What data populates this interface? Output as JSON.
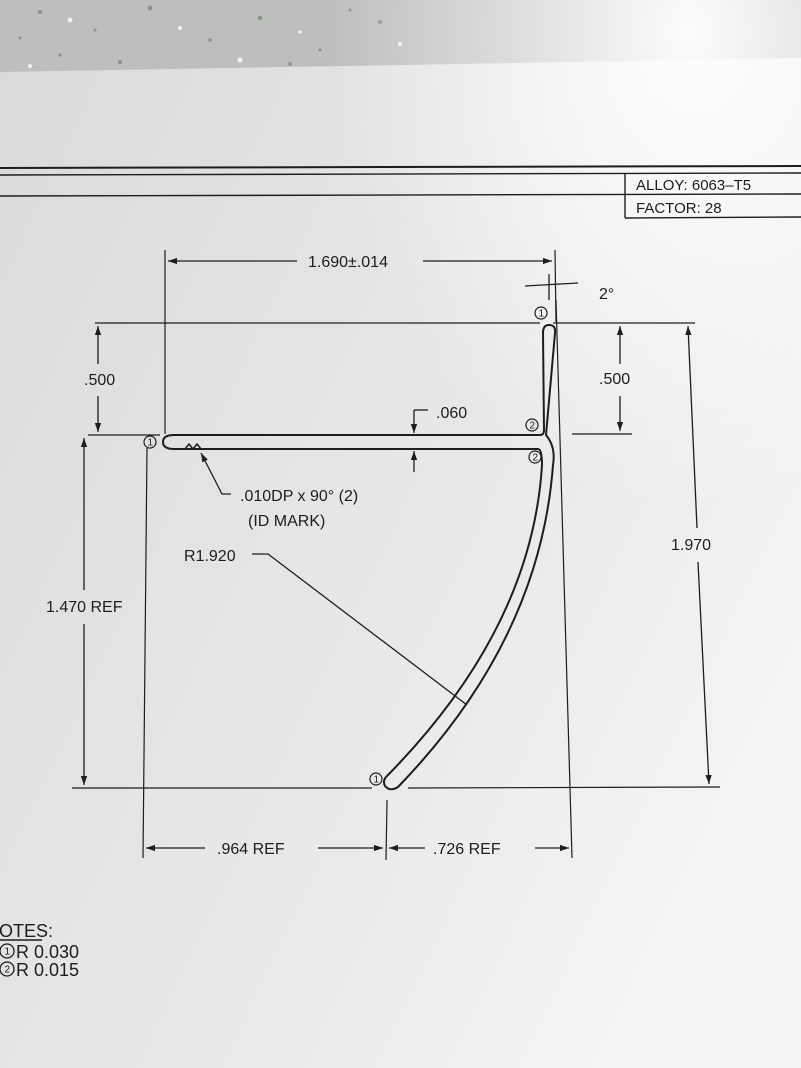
{
  "title_block": {
    "alloy": "ALLOY: 6063–T5",
    "factor": "FACTOR: 28"
  },
  "dimensions": {
    "width": "1.690±.014",
    "angle": "2°",
    "upper_left": ".500",
    "upper_right": ".500",
    "thickness": ".060",
    "id_mark_line1": ".010DP x 90° (2)",
    "id_mark_line2": "(ID MARK)",
    "radius": "R1.920",
    "left_height": "1.470 REF",
    "total_height": "1.970",
    "bottom_left": ".964 REF",
    "bottom_right": ".726 REF"
  },
  "callouts": {
    "one": "1",
    "two": "2"
  },
  "notes": {
    "heading": "OTES:",
    "note1": "R 0.030",
    "note2": "R 0.015"
  }
}
